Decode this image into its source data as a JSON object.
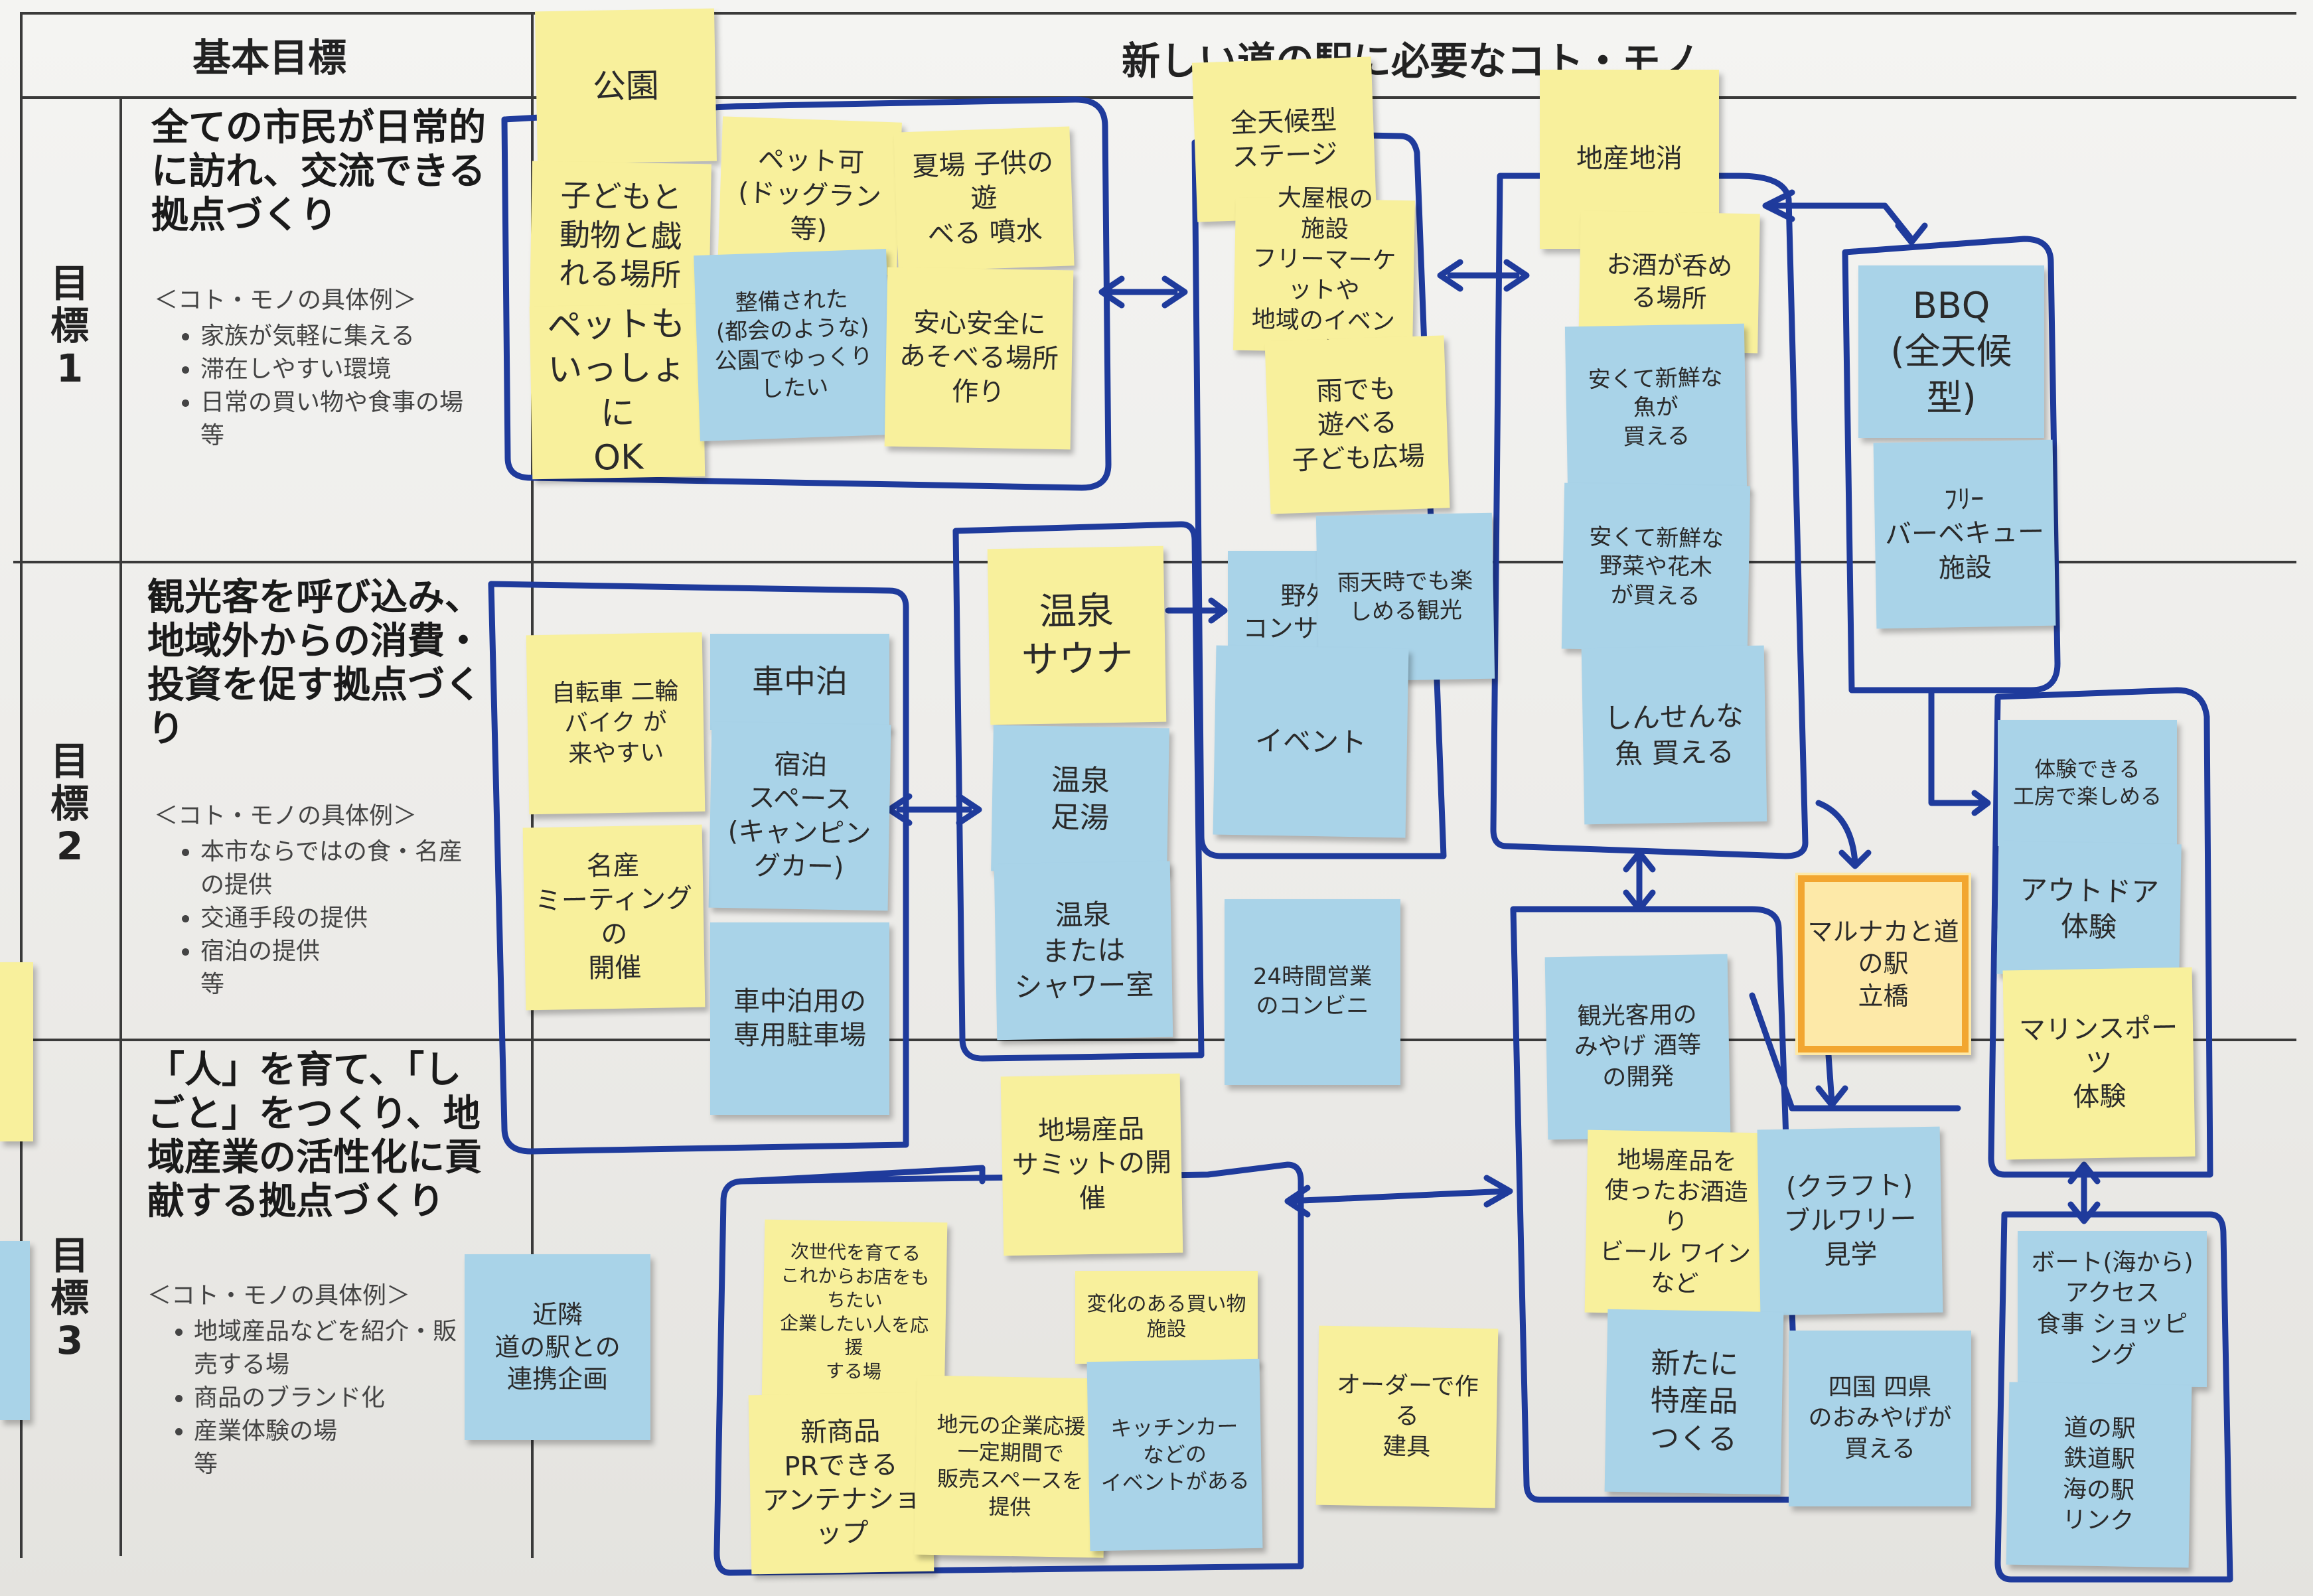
{
  "header": {
    "left_title": "基本目標",
    "right_title": "新しい道の駅に必要なコト・モノ"
  },
  "goals": [
    {
      "label": [
        "目",
        "標",
        "1"
      ],
      "title": "全ての市民が日常的\nに訪れ、交流できる\n拠点づくり",
      "examples_heading": "＜コト・モノの具体例＞",
      "examples": [
        "家族が気軽に集える",
        "滞在しやすい環境",
        "日常の買い物や食事の場"
      ],
      "etc": "等"
    },
    {
      "label": [
        "目",
        "標",
        "2"
      ],
      "title": "観光客を呼び込み、\n地域外からの消費・\n投資を促す拠点づく\nり",
      "examples_heading": "＜コト・モノの具体例＞",
      "examples": [
        "本市ならではの食・名産\nの提供",
        "交通手段の提供",
        "宿泊の提供"
      ],
      "etc": "等"
    },
    {
      "label": [
        "目",
        "標",
        "3"
      ],
      "title": "「人」を育て、「し\nごと」をつくり、地\n域産業の活性化に貢\n献する拠点づくり",
      "examples_heading": "＜コト・モノの具体例＞",
      "examples": [
        "地域産品などを紹介・販\n売する場",
        "商品のブランド化",
        "産業体験の場"
      ],
      "etc": "等"
    }
  ],
  "colors": {
    "yellow_note": "#f8f09c",
    "blue_note": "#a9d3e8",
    "orange_frame": "#f2a630",
    "marker_blue": "#1f3b9c"
  },
  "notes": [
    {
      "id": "n01",
      "color": "yellow",
      "text": "公園"
    },
    {
      "id": "n02",
      "color": "yellow",
      "text": "子どもと\n動物と戯\nれる場所"
    },
    {
      "id": "n03",
      "color": "yellow",
      "text": "ペットも\nいっしょに\nOK"
    },
    {
      "id": "n04",
      "color": "yellow",
      "text": "ペット可\n(ドッグラン等)"
    },
    {
      "id": "n05",
      "color": "yellow",
      "text": "夏場 子供の遊\nべる 噴水"
    },
    {
      "id": "n06",
      "color": "blue",
      "text": "整備された\n(都会のような)\n公園でゆっくり\nしたい"
    },
    {
      "id": "n07",
      "color": "yellow",
      "text": "安心安全に\nあそべる場所\n作り"
    },
    {
      "id": "n08",
      "color": "yellow",
      "text": "全天候型\nステージ"
    },
    {
      "id": "n09",
      "color": "yellow",
      "text": "大屋根の\n施設\nフリーマーケットや\n地域のイベント等"
    },
    {
      "id": "n10",
      "color": "yellow",
      "text": "雨でも\n遊べる\n子ども広場"
    },
    {
      "id": "n11",
      "color": "yellow",
      "text": "地産地消"
    },
    {
      "id": "n12",
      "color": "yellow",
      "text": "お酒が呑め\nる場所"
    },
    {
      "id": "n13",
      "color": "blue",
      "text": "安くて新鮮な\n魚が\n買える"
    },
    {
      "id": "n14",
      "color": "blue",
      "text": "安くて新鮮な\n野菜や花木\nが買える"
    },
    {
      "id": "n15",
      "color": "blue",
      "text": "しんせんな\n魚 買える"
    },
    {
      "id": "n16",
      "color": "blue",
      "text": "BBQ\n(全天候型)"
    },
    {
      "id": "n17",
      "color": "blue",
      "text": "ﾌﾘｰ\nバーベキュー\n施設"
    },
    {
      "id": "n18",
      "color": "yellow",
      "text": "自転車 二輪\nバイク が\n来やすい"
    },
    {
      "id": "n19",
      "color": "blue",
      "text": "車中泊"
    },
    {
      "id": "n20",
      "color": "blue",
      "text": "宿泊\nスペース\n(キャンピングカー)"
    },
    {
      "id": "n21",
      "color": "yellow",
      "text": "名産\nミーティングの\n開催"
    },
    {
      "id": "n22",
      "color": "blue",
      "text": "車中泊用の\n専用駐車場"
    },
    {
      "id": "n23",
      "color": "yellow",
      "text": "温泉\nサウナ"
    },
    {
      "id": "n24",
      "color": "blue",
      "text": "温泉\n足湯"
    },
    {
      "id": "n25",
      "color": "blue",
      "text": "温泉\nまたは\nシャワー室"
    },
    {
      "id": "n26",
      "color": "blue",
      "text": "野外\nコンサート"
    },
    {
      "id": "n27",
      "color": "blue",
      "text": "雨天時でも楽\nしめる観光"
    },
    {
      "id": "n28",
      "color": "blue",
      "text": "イベント"
    },
    {
      "id": "n29",
      "color": "blue",
      "text": "24時間営業\nのコンビニ"
    },
    {
      "id": "n30",
      "color": "blue",
      "text": "観光客用の\nみやげ 酒等\nの開発"
    },
    {
      "id": "n31",
      "color": "orange",
      "text": "マルナカと道の駅\n立橋"
    },
    {
      "id": "n32",
      "color": "blue",
      "text": "体験できる\n工房で楽しめる"
    },
    {
      "id": "n33",
      "color": "blue",
      "text": "アウトドア\n体験"
    },
    {
      "id": "n34",
      "color": "yellow",
      "text": "マリンスポーツ\n体験"
    },
    {
      "id": "n35",
      "color": "yellow",
      "text": "地場産品を\n使ったお酒造り\nビール ワイン など"
    },
    {
      "id": "n36",
      "color": "blue",
      "text": "(クラフト)\nブルワリー\n見学"
    },
    {
      "id": "n37",
      "color": "blue",
      "text": "新たに\n特産品\nつくる"
    },
    {
      "id": "n38",
      "color": "blue",
      "text": "四国 四県\nのおみやげが\n買える"
    },
    {
      "id": "n39",
      "color": "blue",
      "text": "ボート(海から)\nアクセス\n食事 ショッピング"
    },
    {
      "id": "n40",
      "color": "blue",
      "text": "道の駅\n鉄道駅\n海の駅\nリンク"
    },
    {
      "id": "n41",
      "color": "yellow",
      "text": "地場産品\nサミットの開催"
    },
    {
      "id": "n42",
      "color": "yellow",
      "text": "次世代を育てる\nこれからお店をもちたい\n企業したい人を応援\nする場"
    },
    {
      "id": "n43",
      "color": "yellow",
      "text": "変化のある買い物\n施設"
    },
    {
      "id": "n44",
      "color": "yellow",
      "text": "新商品\nPRできる\nアンテナショップ"
    },
    {
      "id": "n45",
      "color": "yellow",
      "text": "地元の企業応援\n一定期間で\n販売スペースを\n提供"
    },
    {
      "id": "n46",
      "color": "blue",
      "text": "キッチンカー\nなどの\nイベントがある"
    },
    {
      "id": "n47",
      "color": "yellow",
      "text": "オーダーで作る\n建具"
    },
    {
      "id": "n48",
      "color": "blue",
      "text": "近隣\n道の駅との\n連携企画"
    }
  ]
}
